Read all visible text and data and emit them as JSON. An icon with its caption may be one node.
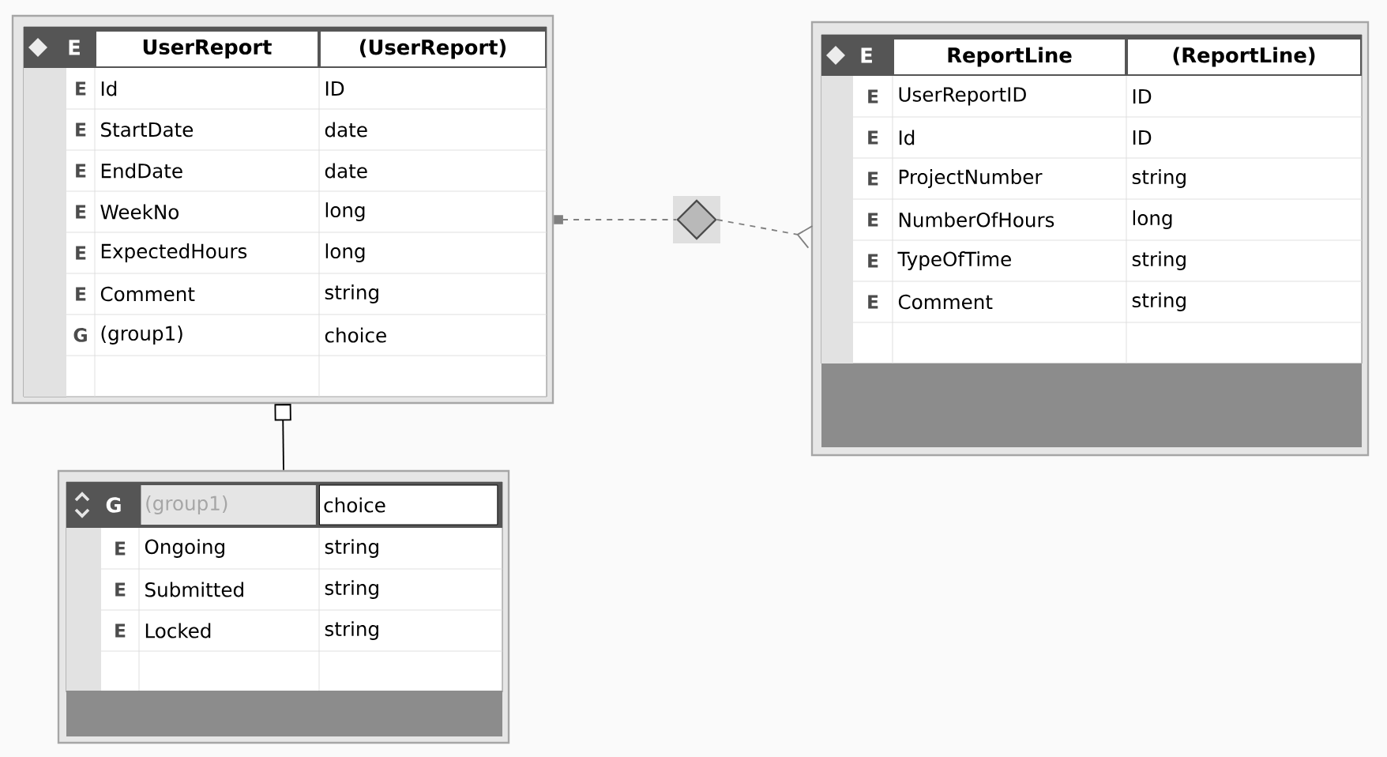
{
  "diagram": {
    "nodes": [
      {
        "text": [
          "E",
          "UserReport",
          "(UserReport)",
          "E",
          "Id",
          "ID",
          "E",
          "StartDate",
          "date",
          "E",
          "EndDate",
          "date",
          "E",
          "WeekNo",
          "long",
          "E",
          "ExpectedHours",
          "long",
          "E",
          "Comment",
          "string",
          "G",
          "(group1)",
          "choice"
        ]
      },
      {
        "text": [],
        "shape": "diamond"
      },
      {
        "text": [
          "E",
          "ReportLine",
          "(ReportLine)",
          "E",
          "UserReportID",
          "ID",
          "E",
          "Id",
          "ID",
          "E",
          "ProjectNumber",
          "string",
          "E",
          "NumberOfHours",
          "long",
          "E",
          "TypeOfTime",
          "string",
          "E",
          "Comment",
          "string"
        ]
      },
      {
        "text": [
          "G",
          "(group1)",
          "choice",
          "E",
          "Ongoing",
          "string",
          "E",
          "Submitted",
          "string",
          "E",
          "Locked",
          "string"
        ]
      }
    ],
    "edges": [
      {
        "from": 0,
        "to": 1,
        "arrow": "other",
        "style": "dashed"
      },
      {
        "from": 1,
        "to": 2,
        "arrow": "other",
        "style": "dashed"
      },
      {
        "from": 0,
        "to": 3,
        "arrow": "other",
        "color": "#000000"
      }
    ]
  }
}
